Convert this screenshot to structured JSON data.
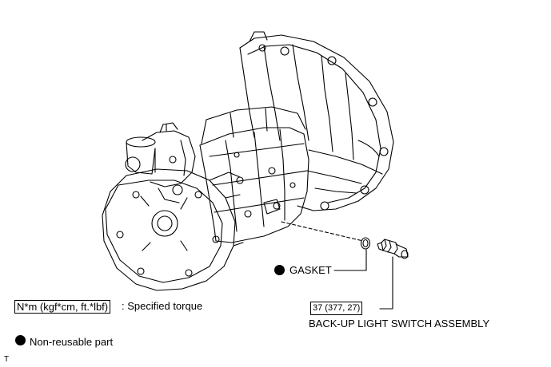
{
  "callouts": {
    "gasket": "GASKET",
    "torque_value": "37 (377, 27)",
    "switch_assembly": "BACK-UP LIGHT SWITCH ASSEMBLY"
  },
  "legend": {
    "torque_unit": "N*m (kgf*cm, ft.*lbf)",
    "torque_desc": ": Specified torque",
    "nonreusable_desc": "Non-reusable part"
  },
  "corner_mark": "T",
  "icons": {
    "non_reusable": "filled-circle-icon"
  },
  "colors": {
    "line": "#000000",
    "background": "#ffffff"
  }
}
